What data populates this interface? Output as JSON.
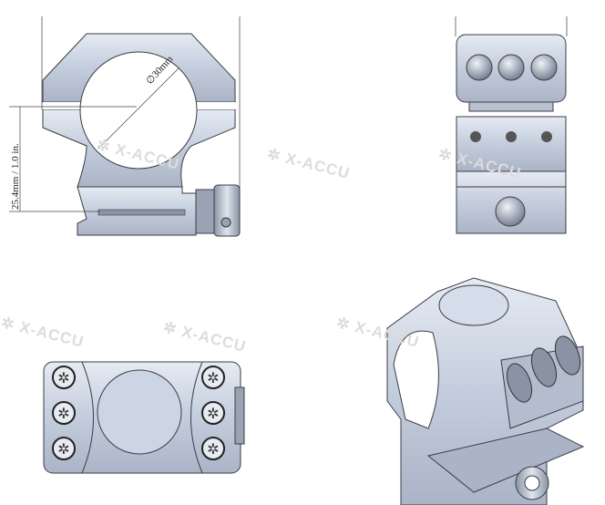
{
  "dimensions": {
    "height_label": "25.4mm / 1.0 in.",
    "diameter_label": "∅30mm"
  },
  "watermark": "✲ X-ACCU",
  "views": [
    "front-view",
    "side-view",
    "top-view",
    "isometric-view"
  ],
  "colors": {
    "metal": "#c9d3e4",
    "metal_dark": "#7c8596",
    "outline": "#3a3d44"
  }
}
